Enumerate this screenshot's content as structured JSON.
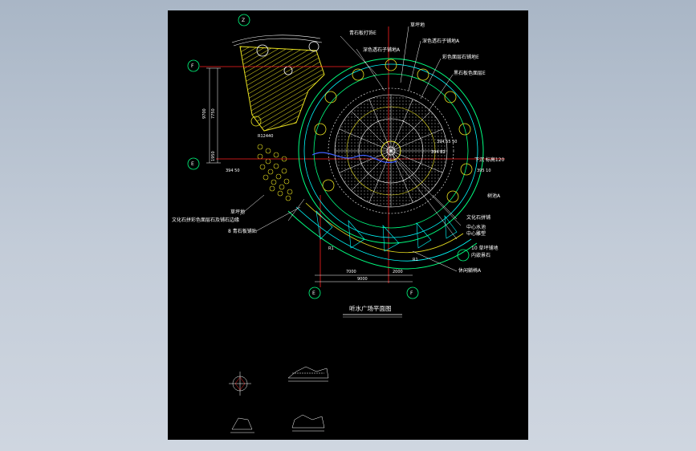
{
  "drawing": {
    "title": "听水广场平面图",
    "grid_marks": {
      "top_left": "F",
      "left_mid": "E",
      "bottom_left": "E",
      "bottom_right": "F",
      "top_detail": "Z"
    },
    "dimensions": {
      "left_total": "9700",
      "left_upper": "7750",
      "left_lower": "1950",
      "bottom_a": "7000",
      "bottom_b": "2000",
      "bottom_total": "9000",
      "radius": "R12440",
      "d1": "394 50",
      "d2": "394 55 50",
      "d3": "394 82",
      "d4": "395 10",
      "d5": "R1",
      "d6": "R1"
    },
    "labels_left": [
      "草坪地",
      "文化石拼彩色面层石及铺石边缘",
      "8 青石板铺贴"
    ],
    "labels_top": [
      "青石板打饰E",
      "深色透石子铺地A",
      "草坪地",
      "深色透石子铺地A",
      "彩色面层石铺地E",
      "黑石板色面层E"
    ],
    "labels_right": [
      "下沉 标高120",
      "树池A",
      "文化石拼铺",
      "中心水池",
      "中心雕塑",
      "10 草坪铺地",
      "内嵌景石",
      "休闲躺椅A"
    ]
  }
}
